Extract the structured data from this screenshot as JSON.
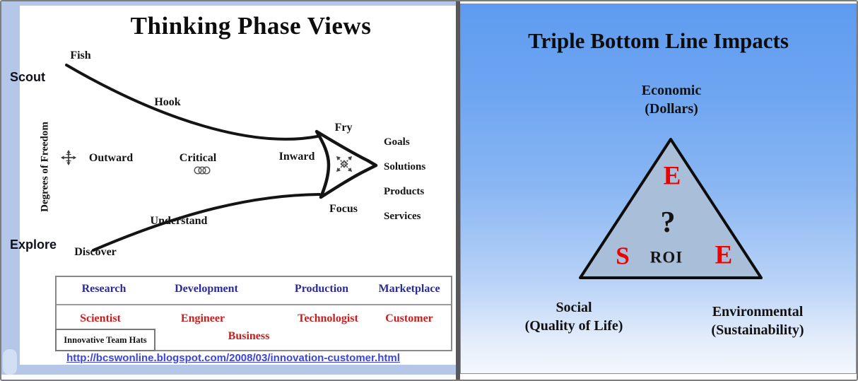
{
  "left_slide": {
    "title": "Thinking Phase Views",
    "scout": "Scout",
    "explore": "Explore",
    "degrees_of_freedom": "Degrees of Freedom",
    "fish": "Fish",
    "hook": "Hook",
    "understand": "Understand",
    "discover": "Discover",
    "fry": "Fry",
    "focus": "Focus",
    "outward": "Outward",
    "critical": "Critical",
    "inward": "Inward",
    "outcomes": [
      "Goals",
      "Solutions",
      "Products",
      "Services"
    ],
    "table": {
      "phases": [
        "Research",
        "Development",
        "Production",
        "Marketplace"
      ],
      "roles": [
        "Scientist",
        "Engineer",
        "Technologist",
        "Customer"
      ],
      "business": "Business",
      "caption": "Innovative Team Hats"
    },
    "link": "http://bcswonline.blogspot.com/2008/03/innovation-customer.html",
    "icons": {
      "outward_icon": "four-way-cross-arrows",
      "inward_icon": "four-way-diagonal-arrows",
      "critical_icon": "three-overlapping-rings"
    }
  },
  "right_slide": {
    "title": "Triple Bottom Line Impacts",
    "economic": {
      "line1": "Economic",
      "line2": "(Dollars)"
    },
    "social": {
      "line1": "Social",
      "line2": "(Quality of Life)"
    },
    "environmental": {
      "line1": "Environmental",
      "line2": "(Sustainability)"
    },
    "triangle": {
      "top_letter": "E",
      "question": "?",
      "left_letter": "S",
      "roi": "ROI",
      "right_letter": "E"
    }
  },
  "colors": {
    "panel_background": "#b5c7e8",
    "divider": "#58585c",
    "phase_navy": "#2b2b96",
    "role_red": "#c52020",
    "link_blue": "#3a44e0",
    "triangle_fill": "#a9bed9",
    "triangle_letter_red": "#ee0000",
    "gradient_top": "#5e9bf0",
    "gradient_bottom": "#f4f8fe"
  }
}
